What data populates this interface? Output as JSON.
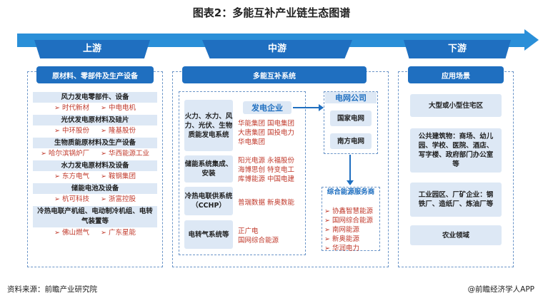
{
  "title": "图表2：多能互补产业链生态图谱",
  "stages": {
    "up": "上游",
    "mid": "中游",
    "down": "下游"
  },
  "upstream": {
    "header": "原材料、零部件及生产设备",
    "groups": [
      {
        "label": "风力发电零部件、设备",
        "items": [
          "➢ 时代新材",
          "➢ 中电电机"
        ]
      },
      {
        "label": "光伏发电原材料及硅片",
        "items": [
          "➢ 中环股份",
          "➢ 隆基股份"
        ]
      },
      {
        "label": "生物质能原材料及生产设备",
        "items": [
          "➢ 哈尔滨锅炉厂",
          "➢ 华西能源工业"
        ]
      },
      {
        "label": "水力发电原材料及设备",
        "items": [
          "➢ 东方电气",
          "➢ 鞍钢集团"
        ]
      },
      {
        "label": "储能电池及设备",
        "items": [
          "➢ 杭可科技",
          "➢ 浙富控股"
        ]
      },
      {
        "label": "冷热电联产机组、电动制冷机组、电转气装置等",
        "items": [
          "➢ 佛山燃气",
          "➢ 广东星能"
        ]
      }
    ]
  },
  "midstream": {
    "header": "多能互补系统",
    "systems": [
      {
        "label": "火力、水力、风力、光伏、生物质能发电系统",
        "companies": "华能集团 国电集团\n大唐集团 国投电力\n华电集团"
      },
      {
        "label": "储能系统集成、安装",
        "companies": "阳光电源 永福股份\n海博思创 特变电工\n库博能源 中国电建"
      },
      {
        "label": "冷热电联供系统（CCHP）",
        "companies": "普瑞数据 新奥数能"
      },
      {
        "label": "电转气系统等",
        "companies": "正广电\n国网综合能源"
      }
    ],
    "power_gen": "发电企业",
    "grid": {
      "title": "电网公司",
      "items": [
        "国家电网",
        "南方电网"
      ]
    },
    "service": {
      "title": "综合能源服务商",
      "items": [
        "➢ 协鑫智慧能源",
        "➢ 国网综合能源",
        "➢ 南网能源",
        "➢ 新奥能源",
        "➢ 华润电力"
      ]
    }
  },
  "downstream": {
    "header": "应用场景",
    "items": [
      "大型或小型住宅区",
      "公共建筑物：商场、幼儿园、学校、医院、酒店、写字楼、政府部门办公室等",
      "工业园区、厂矿企业：钢铁厂、造纸厂、炼油厂等",
      "农业领域"
    ]
  },
  "footer": {
    "source": "资料来源：前瞻产业研究院",
    "brand": "@前瞻经济学人APP"
  }
}
